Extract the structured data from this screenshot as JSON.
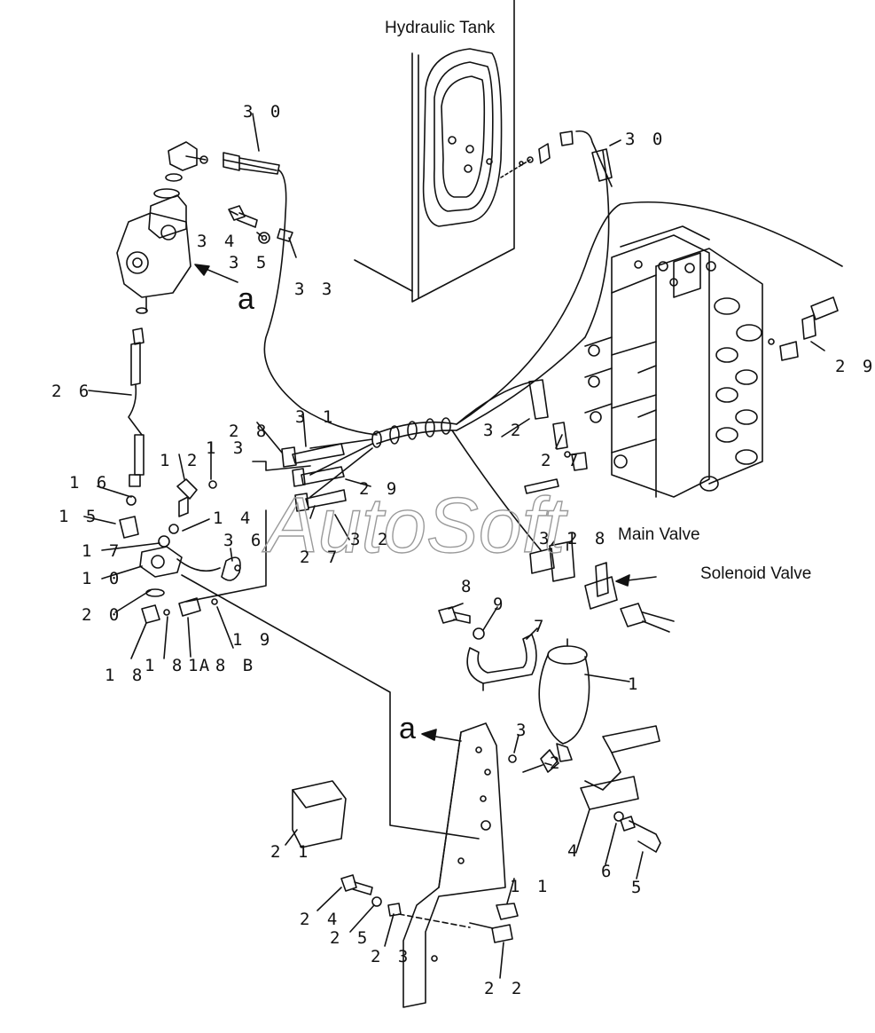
{
  "labels": {
    "hydraulic_tank": "Hydraulic Tank",
    "main_valve": "Main Valve",
    "solenoid_valve": "Solenoid Valve",
    "view_a_top": "a",
    "view_a_bottom": "a"
  },
  "watermark": "AutoSoft",
  "part_numbers": {
    "p30a": "3 0",
    "p30b": "3 0",
    "p34": "3 4",
    "p35": "3 5",
    "p33": "3 3",
    "p29a": "2 9",
    "p26": "2 6",
    "p28a": "2 8",
    "p31a": "3 1",
    "p13": "1 3",
    "p12": "1 2",
    "p32a": "3 2",
    "p27a": "2 7",
    "p29b": "2 9",
    "p16": "1 6",
    "p15": "1 5",
    "p14": "1 4",
    "p36": "3 6",
    "p17": "1 7",
    "p10": "1 0",
    "p27b": "2 7",
    "p32b": "3 2",
    "p31b": "3 1",
    "p28b": "2 8",
    "p20": "2 0",
    "p18": "1 8",
    "p18a": "1 8 A",
    "p18b": "1 8 B",
    "p19": "1 9",
    "p8": "8",
    "p9": "9",
    "p7": "7",
    "p1": "1",
    "p3": "3",
    "p2": "2",
    "p4": "4",
    "p6": "6",
    "p5": "5",
    "p21": "2 1",
    "p11": "1 1",
    "p24": "2 4",
    "p25": "2 5",
    "p23": "2 3",
    "p22": "2 2"
  },
  "colors": {
    "line": "#111111",
    "watermark": "#9a9a9a",
    "background": "#ffffff"
  }
}
